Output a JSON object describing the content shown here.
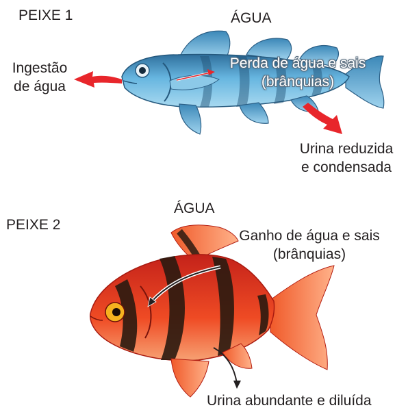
{
  "fish1": {
    "label": "PEIXE 1",
    "environment": "ÁGUA",
    "intake": [
      "Ingestão",
      "de água"
    ],
    "loss": [
      "Perda de água e sais",
      "(brânquias)"
    ],
    "urine": [
      "Urina reduzida",
      "e condensada"
    ]
  },
  "fish2": {
    "label": "PEIXE 2",
    "environment": "ÁGUA",
    "gain": [
      "Ganho de água e sais",
      "(brânquias)"
    ],
    "urine": "Urina abundante e diluída"
  },
  "colors": {
    "red_arrow": "#e8262b",
    "fish1_body": "#5aa9d6",
    "fish2_body": "#e53a1c",
    "fish2_bands": "#2b1a10",
    "text": "#231f20"
  },
  "icons": {
    "fish1": "blue-cod-fish-illustration",
    "fish2": "red-tiger-barb-fish-illustration"
  }
}
